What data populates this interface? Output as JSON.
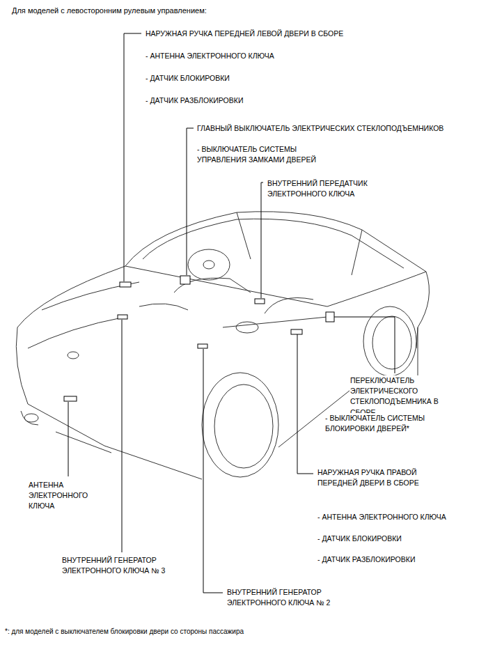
{
  "diagram": {
    "title": "Для моделей с левосторонним рулевым управлением:",
    "caption": "*: для моделей с выключателем блокировки двери со стороны пассажира",
    "labels": [
      "НАРУЖНАЯ РУЧКА ПЕРЕДНЕЙ ЛЕВОЙ ДВЕРИ В СБОРЕ",
      "- АНТЕННА ЭЛЕКТРОННОГО КЛЮЧА",
      "- ДАТЧИК БЛОКИРОВКИ",
      "- ДАТЧИК РАЗБЛОКИРОВКИ",
      "ГЛАВНЫЙ ВЫКЛЮЧАТЕЛЬ ЭЛЕКТРИЧЕСКИХ СТЕКЛОПОДЪЕМНИКОВ",
      "- ВЫКЛЮЧАТЕЛЬ СИСТЕМЫ УПРАВЛЕНИЯ ЗАМКАМИ ДВЕРЕЙ",
      "ВНУТРЕННИЙ ПЕРЕДАТЧИК ЭЛЕКТРОННОГО КЛЮЧА",
      "ПЕРЕКЛЮЧАТЕЛЬ ЭЛЕКТРИЧЕСКОГО СТЕКЛОПОДЪЕМНИКА В СБОРЕ",
      "- ВЫКЛЮЧАТЕЛЬ СИСТЕМЫ БЛОКИРОВКИ ДВЕРЕЙ*",
      "НАРУЖНАЯ РУЧКА ПРАВОЙ ПЕРЕДНЕЙ ДВЕРИ В СБОРЕ",
      "- АНТЕННА ЭЛЕКТРОННОГО КЛЮЧА",
      "- ДАТЧИК БЛОКИРОВКИ",
      "- ДАТЧИК РАЗБЛОКИРОВКИ",
      "АНТЕННА ЭЛЕКТРОННОГО КЛЮЧА",
      "ВНУТРЕННИЙ ГЕНЕРАТОР ЭЛЕКТРОННОГО КЛЮЧА № 3",
      "ВНУТРЕННИЙ ГЕНЕРАТОР ЭЛЕКТРОННОГО КЛЮЧА № 2"
    ]
  }
}
